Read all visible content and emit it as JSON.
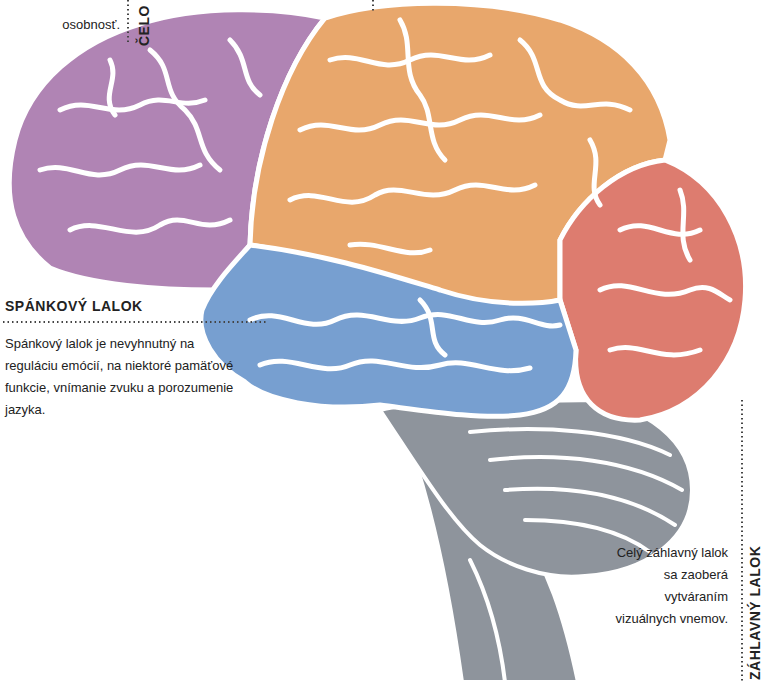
{
  "diagram": {
    "labels": [
      "osobnosť.",
      "ČELO",
      "SPÁNKOVÝ LALOK",
      "Spánkový lalok je nevyhnutný na reguláciu emócií, na niektoré pamäťové funkcie, vnímanie zvuku a porozumenie jazyka.",
      "ZÁHLAVNÝ LALOK",
      "Celý záhlavný lalok sa zaoberá vytváraním vizuálnych vnemov."
    ]
  }
}
